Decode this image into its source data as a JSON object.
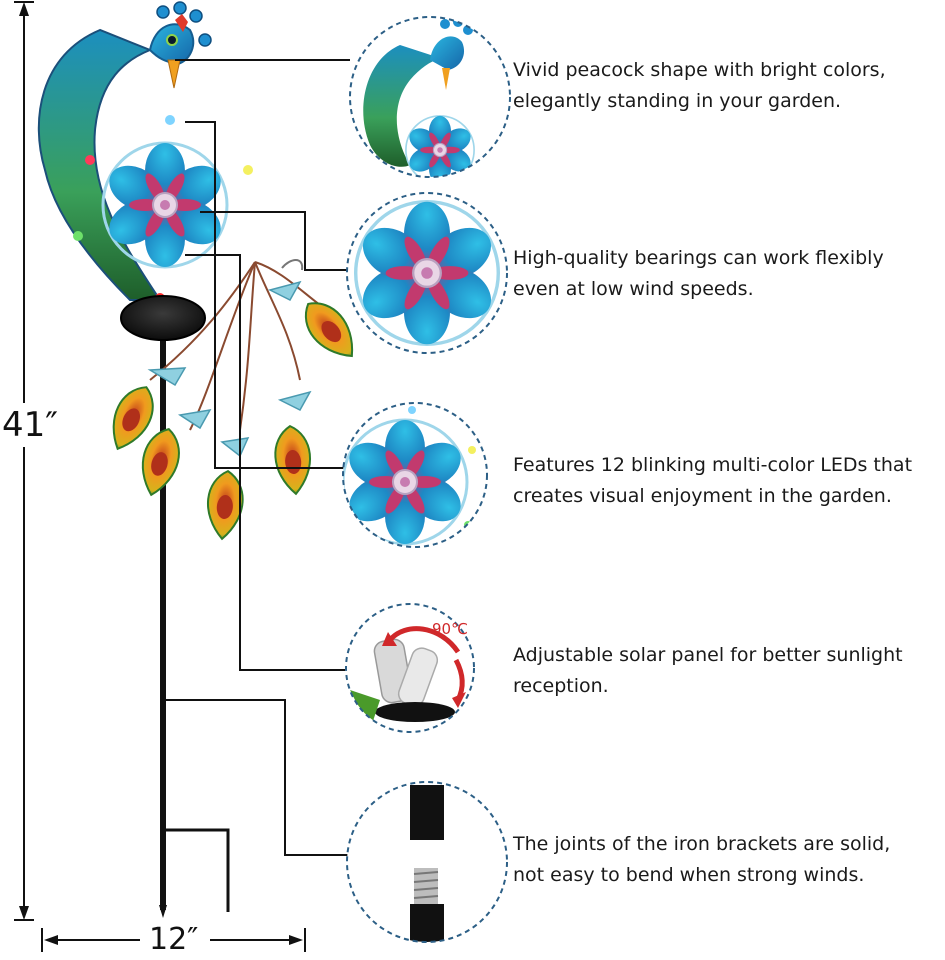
{
  "dimensions": {
    "height": "41″",
    "width": "12″"
  },
  "features": [
    {
      "line1": "Vivid peacock shape with bright colors,",
      "line2": "elegantly standing in your garden."
    },
    {
      "line1": "High-quality bearings can work flexibly",
      "line2": "even at low wind speeds."
    },
    {
      "line1": "Features 12 blinking multi-color LEDs that",
      "line2": "creates visual enjoyment in the garden."
    },
    {
      "line1": "Adjustable solar panel for better sunlight",
      "line2": "reception."
    },
    {
      "line1": "The joints of the iron brackets are solid,",
      "line2": "not easy to bend when strong winds."
    }
  ],
  "solar_rotation_label": "90℃",
  "colors": {
    "peacock_teal": "#1f8fc0",
    "peacock_green": "#3f9a3a",
    "petal_magenta": "#c23a6e",
    "feather_orange": "#e07a1a",
    "stake": "#111111"
  }
}
